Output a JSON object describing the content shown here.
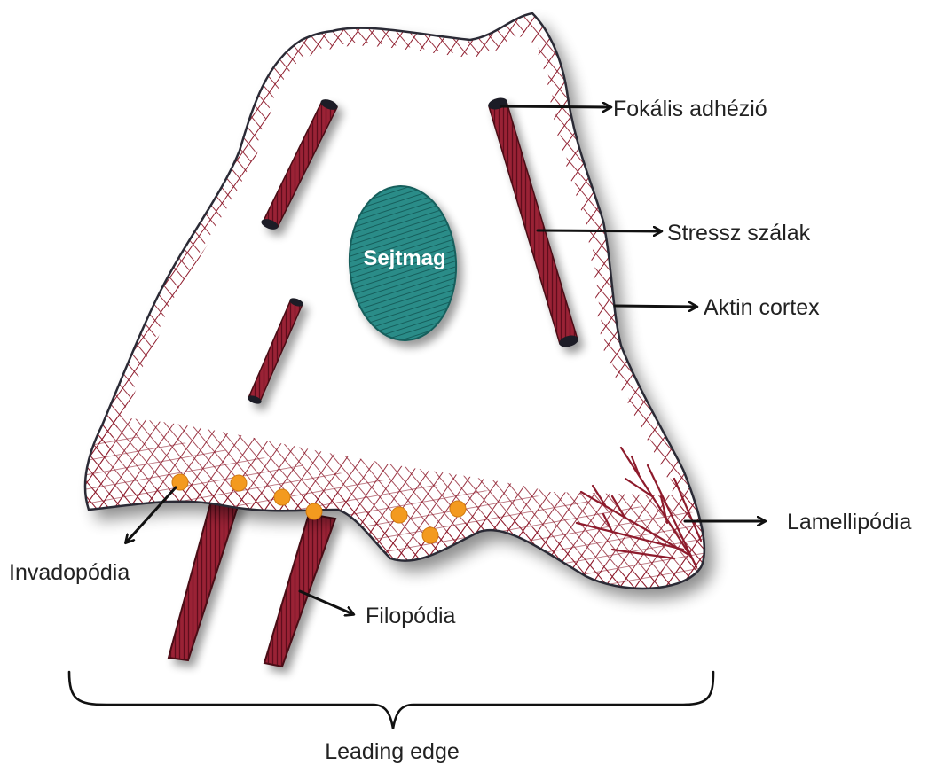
{
  "diagram": {
    "nucleus_label": "Sejtmag",
    "labels": {
      "focal_adhesion": "Fokális adhézió",
      "stress_fibers": "Stressz szálak",
      "actin_cortex": "Aktin cortex",
      "lamellipodia": "Lamellipódia",
      "invadopodia": "Invadopódia",
      "filopodia": "Filopódia",
      "leading_edge": "Leading edge"
    },
    "colors": {
      "membrane_outline": "#2a2a35",
      "actin": "#8e1b2c",
      "nucleus": "#1f7a78",
      "invadopodia_dots": "#f39a1f",
      "adhesion_caps": "#1c1c26"
    }
  }
}
